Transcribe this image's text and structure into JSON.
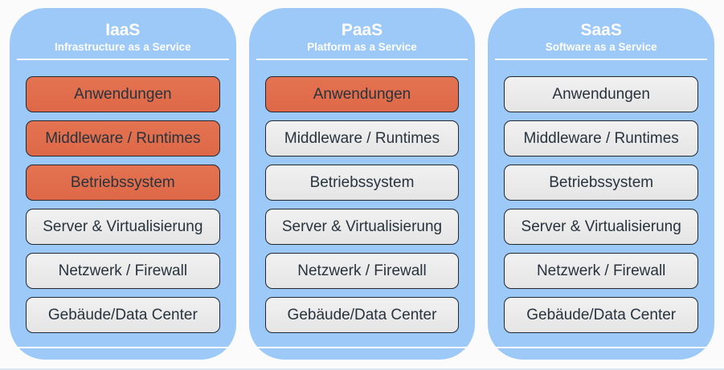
{
  "colors": {
    "column_bg": "#9cc9f7",
    "managed_orange": "#e06d4c",
    "provider_gray": "#eaeaea",
    "box_border": "#22282e",
    "box_text": "#28333d",
    "header_text": "#ffffff"
  },
  "columns": [
    {
      "title": "IaaS",
      "subtitle": "Infrastructure as a Service",
      "layers": [
        {
          "label": "Anwendungen",
          "variant": "managed"
        },
        {
          "label": "Middleware / Runtimes",
          "variant": "managed"
        },
        {
          "label": "Betriebssystem",
          "variant": "managed"
        },
        {
          "label": "Server & Virtualisierung",
          "variant": "provider"
        },
        {
          "label": "Netzwerk / Firewall",
          "variant": "provider"
        },
        {
          "label": "Gebäude/Data Center",
          "variant": "provider"
        }
      ]
    },
    {
      "title": "PaaS",
      "subtitle": "Platform as a Service",
      "layers": [
        {
          "label": "Anwendungen",
          "variant": "managed"
        },
        {
          "label": "Middleware / Runtimes",
          "variant": "provider"
        },
        {
          "label": "Betriebssystem",
          "variant": "provider"
        },
        {
          "label": "Server & Virtualisierung",
          "variant": "provider"
        },
        {
          "label": "Netzwerk / Firewall",
          "variant": "provider"
        },
        {
          "label": "Gebäude/Data Center",
          "variant": "provider"
        }
      ]
    },
    {
      "title": "SaaS",
      "subtitle": "Software as a Service",
      "layers": [
        {
          "label": "Anwendungen",
          "variant": "provider"
        },
        {
          "label": "Middleware / Runtimes",
          "variant": "provider"
        },
        {
          "label": "Betriebssystem",
          "variant": "provider"
        },
        {
          "label": "Server & Virtualisierung",
          "variant": "provider"
        },
        {
          "label": "Netzwerk / Firewall",
          "variant": "provider"
        },
        {
          "label": "Gebäude/Data Center",
          "variant": "provider"
        }
      ]
    }
  ]
}
